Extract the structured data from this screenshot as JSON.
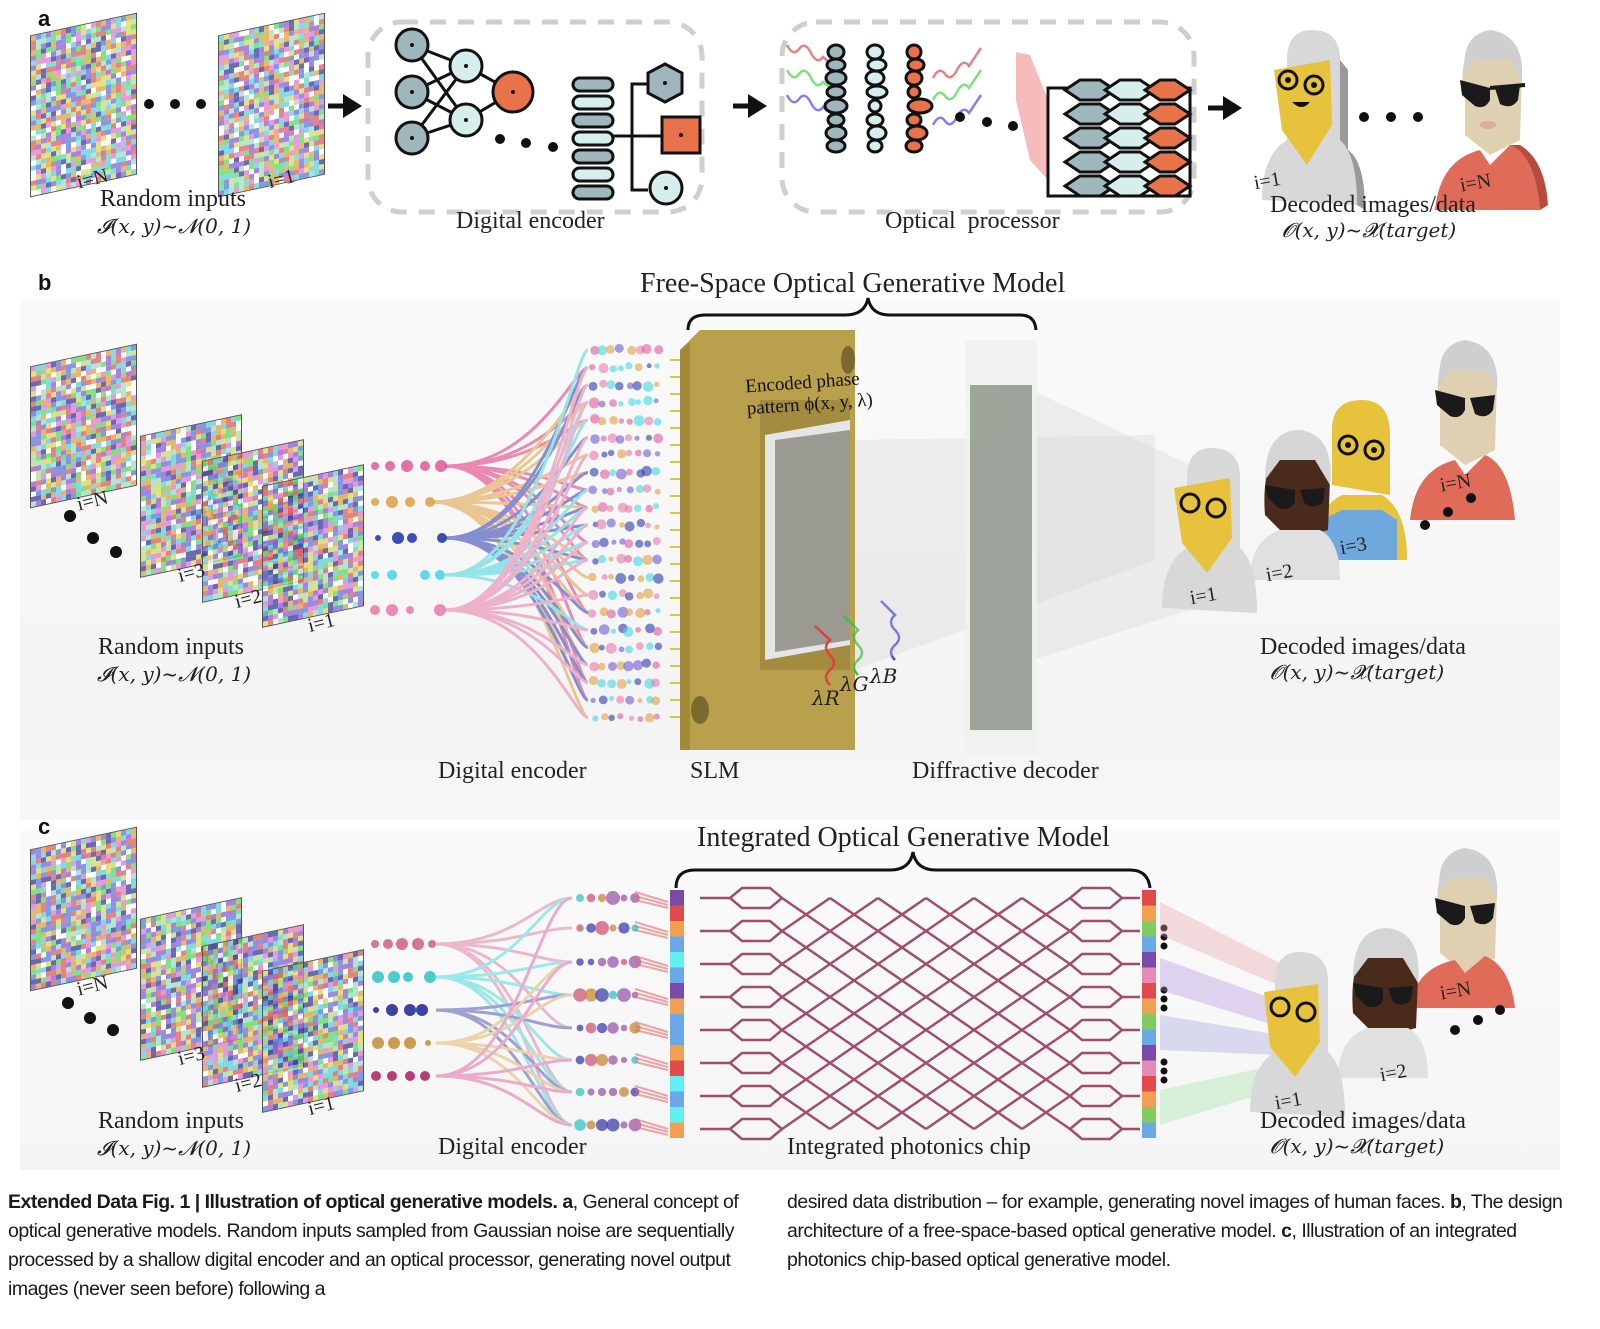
{
  "figure": {
    "panels": {
      "a": {
        "letter": "a",
        "input_labels": [
          "i=N",
          "i=1"
        ],
        "inputs_title": "Random inputs",
        "inputs_formula": "𝓘(x, y)~𝓝(0, 1)",
        "encoder_label": "Digital encoder",
        "processor_label": "Optical  processor",
        "output_labels": [
          "i=1",
          "i=N"
        ],
        "outputs_title": "Decoded images/data",
        "outputs_formula": "𝓞(x, y)~𝓧(target)"
      },
      "b": {
        "letter": "b",
        "title": "Free-Space Optical Generative Model",
        "input_labels": [
          "i=N",
          "i=3",
          "i=2",
          "i=1"
        ],
        "inputs_title": "Random inputs",
        "inputs_formula": "𝓘(x, y)~𝓝(0, 1)",
        "encoder_label": "Digital encoder",
        "slm_label": "SLM",
        "phase_label_line1": "Encoded phase",
        "phase_label_line2": "pattern ϕ(x, y, λ)",
        "wavelengths": [
          "λR",
          "λG",
          "λB"
        ],
        "decoder_label": "Diffractive decoder",
        "output_labels": [
          "i=1",
          "i=2",
          "i=3",
          "i=N"
        ],
        "outputs_title": "Decoded images/data",
        "outputs_formula": "𝓞(x, y)~𝓧(target)"
      },
      "c": {
        "letter": "c",
        "title": "Integrated Optical Generative Model",
        "input_labels": [
          "i=N",
          "i=3",
          "i=2",
          "i=1"
        ],
        "inputs_title": "Random inputs",
        "inputs_formula": "𝓘(x, y)~𝓝(0, 1)",
        "encoder_label": "Digital encoder",
        "chip_label": "Integrated photonics chip",
        "output_labels": [
          "i=1",
          "i=2",
          "i=N"
        ],
        "outputs_title": "Decoded images/data",
        "outputs_formula": "𝓞(x, y)~𝓧(target)"
      }
    },
    "caption": {
      "bold_prefix": "Extended Data Fig. 1 | Illustration of optical generative models.",
      "a_letter": "a",
      "a_text": ", General concept of optical generative models. Random inputs sampled from Gaussian noise are sequentially processed by a shallow digital encoder and an optical processor, generating novel output images (never seen before) following a desired data distribution – for example, generating novel images of human faces.",
      "b_letter": "b",
      "b_text": ", The design architecture of a free-space-based optical generative model.",
      "c_letter": "c",
      "c_text": ", Illustration of an integrated photonics chip-based optical generative model."
    },
    "colors": {
      "node_dark": "#9fb7bc",
      "node_light": "#d6eeec",
      "node_accent": "#e8734a",
      "slm_gold": "#b9a04c",
      "waveguide": "#a04d6a",
      "dashed_box": "#cfcfcf",
      "red_wave": "#e35d5d",
      "green_wave": "#5fdc6a",
      "blue_wave": "#6a6ae8"
    }
  }
}
